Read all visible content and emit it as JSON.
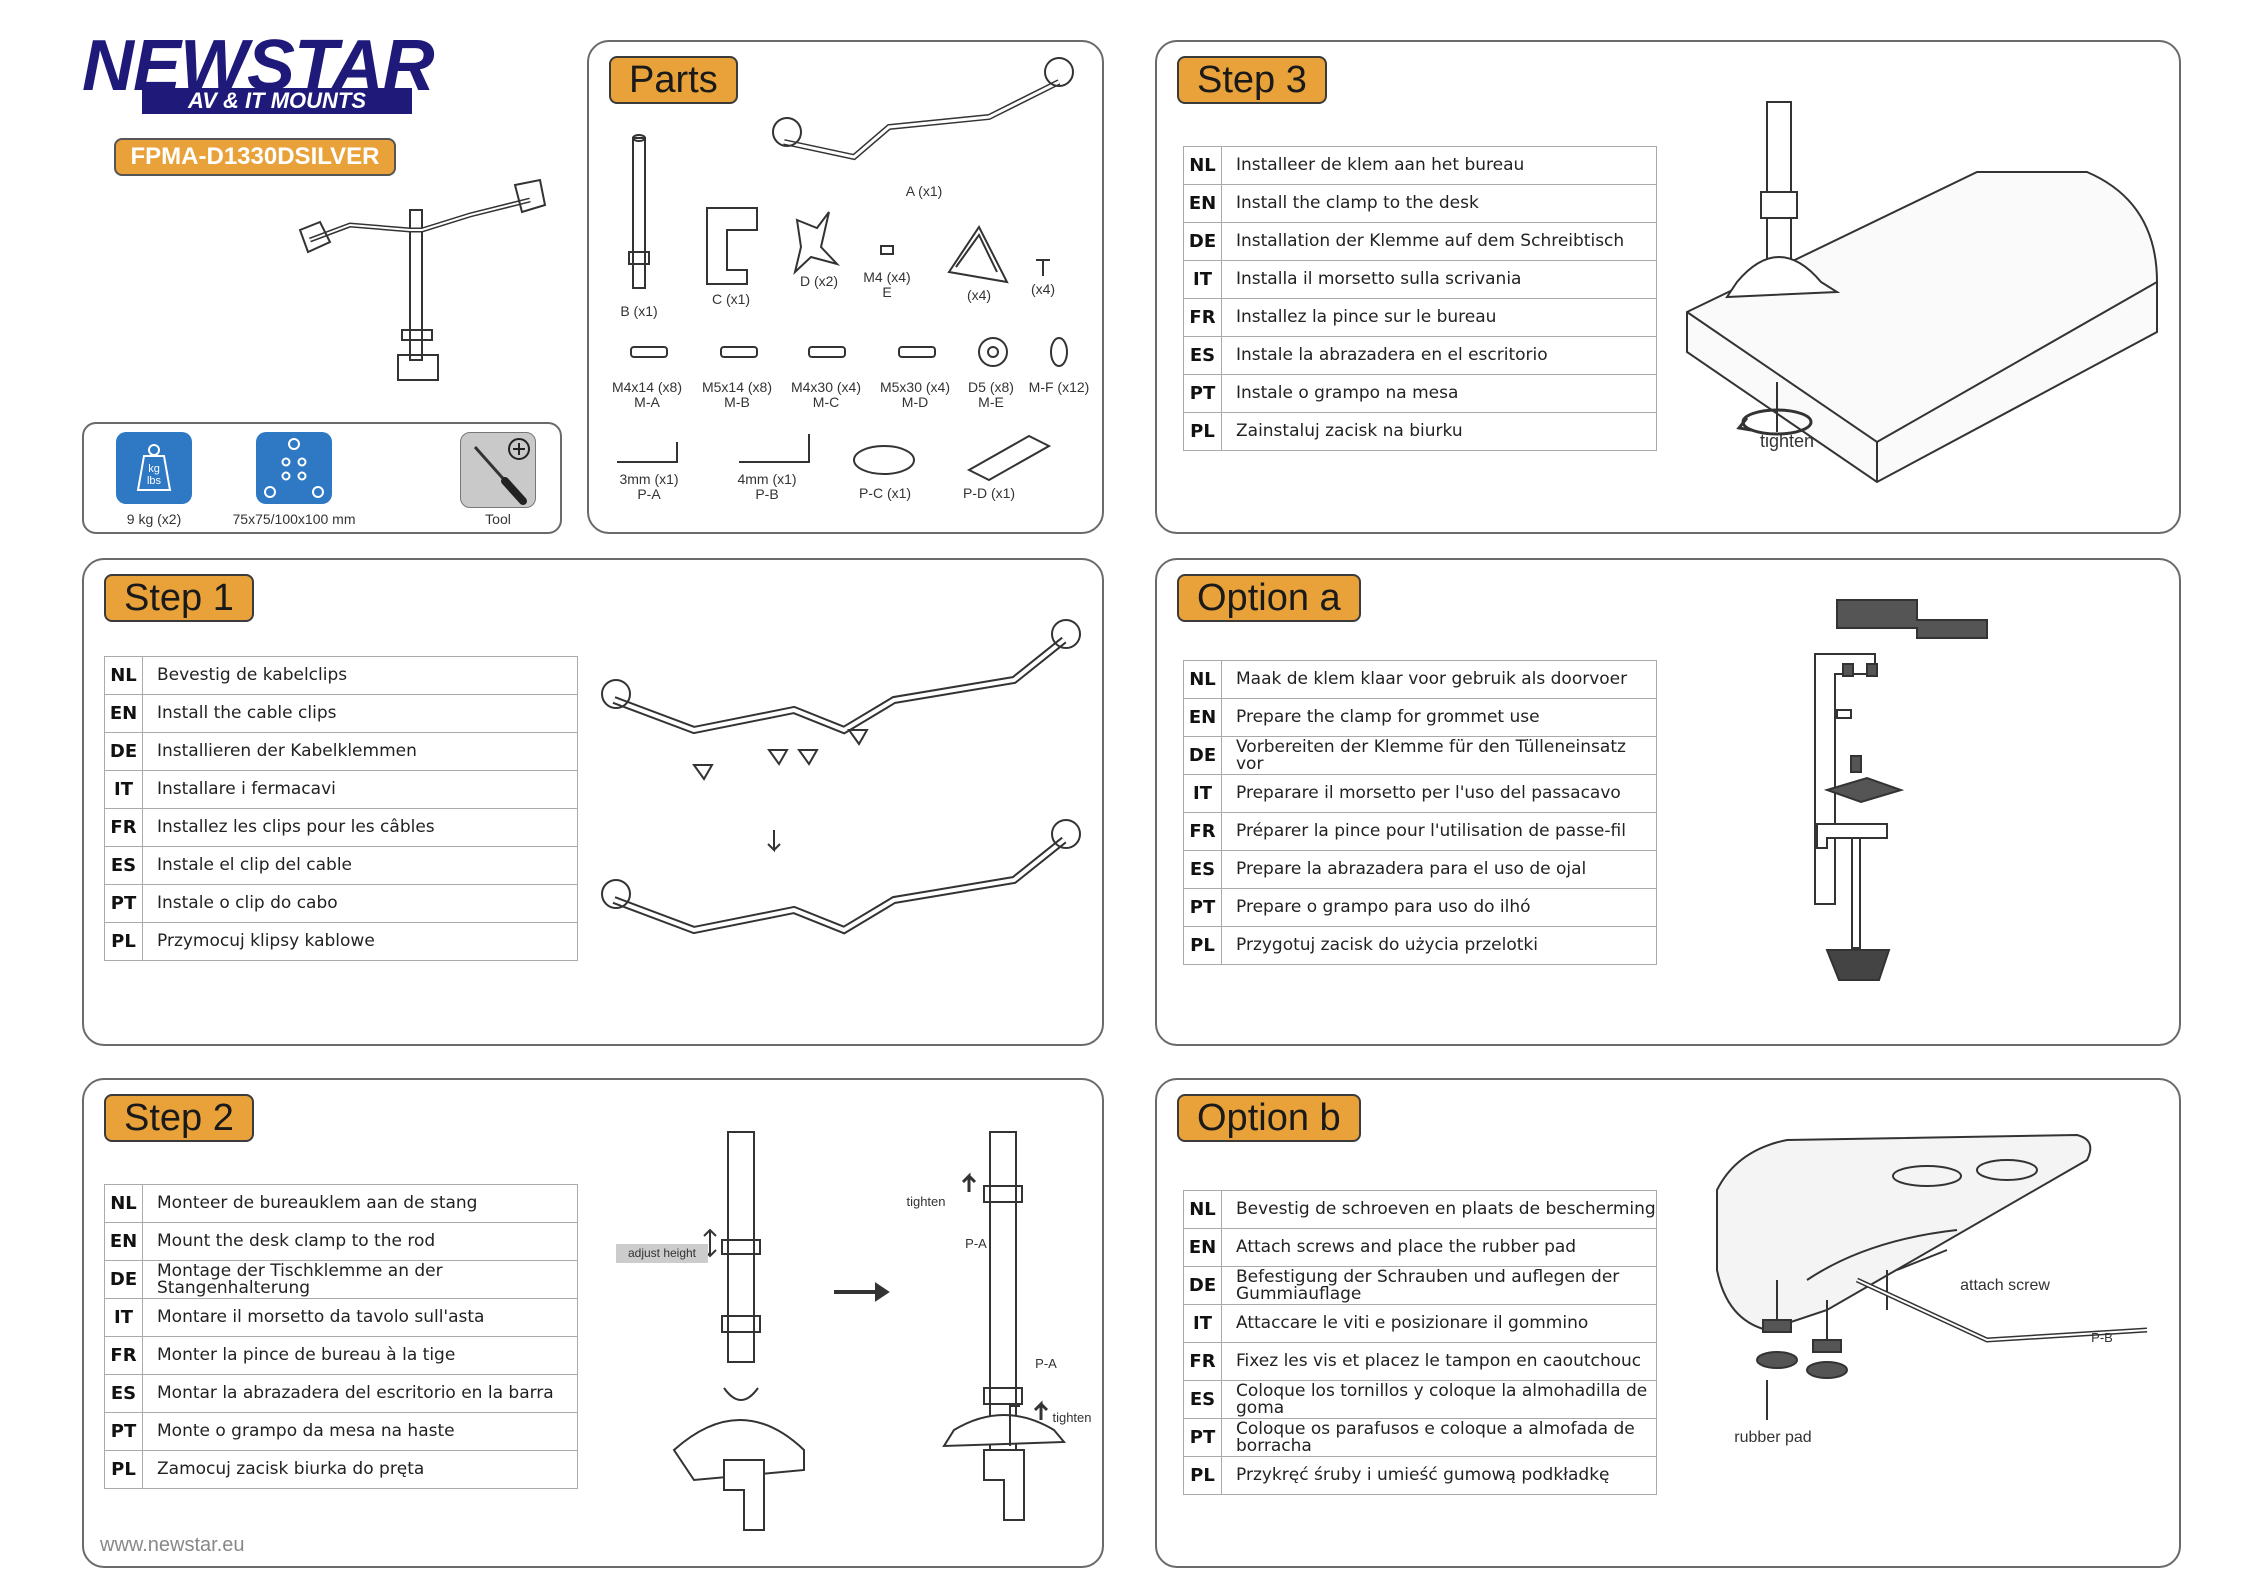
{
  "brand": {
    "logo_main": "NEWSTAR",
    "logo_sub": "AV & IT MOUNTS",
    "model": "FPMA-D1330DSILVER",
    "website": "www.newstar.eu"
  },
  "specs": {
    "weight_icon_text": "kg\nlbs",
    "weight": "9 kg (x2)",
    "vesa": "75x75/100x100 mm",
    "tool": "Tool"
  },
  "parts": {
    "title": "Parts",
    "a": "A (x1)",
    "b": "B (x1)",
    "c": "C (x1)",
    "d": "D (x2)",
    "e1": "M4 (x4)",
    "e2": "E",
    "f": "(x4)",
    "g": "(x4)",
    "ma1": "M4x14 (x8)",
    "ma2": "M-A",
    "mb1": "M5x14 (x8)",
    "mb2": "M-B",
    "mc1": "M4x30 (x4)",
    "mc2": "M-C",
    "md1": "M5x30 (x4)",
    "md2": "M-D",
    "me1": "D5 (x8)",
    "me2": "M-E",
    "mf": "M-F (x12)",
    "pa1": "3mm (x1)",
    "pa2": "P-A",
    "pb1": "4mm (x1)",
    "pb2": "P-B",
    "pc": "P-C (x1)",
    "pd": "P-D (x1)"
  },
  "step1": {
    "title": "Step 1",
    "rows": [
      {
        "code": "NL",
        "text": "Bevestig de kabelclips"
      },
      {
        "code": "EN",
        "text": "Install the cable clips"
      },
      {
        "code": "DE",
        "text": "Installieren der Kabelklemmen"
      },
      {
        "code": "IT",
        "text": "Installare i fermacavi"
      },
      {
        "code": "FR",
        "text": "Installez les clips pour les câbles"
      },
      {
        "code": "ES",
        "text": "Instale el clip del cable"
      },
      {
        "code": "PT",
        "text": "Instale o clip do cabo"
      },
      {
        "code": "PL",
        "text": "Przymocuj klipsy kablowe"
      }
    ]
  },
  "step2": {
    "title": "Step 2",
    "adjust": "adjust height",
    "tighten1": "tighten",
    "pa_top": "P-A",
    "pa_bottom": "P-A",
    "tighten2": "tighten",
    "rows": [
      {
        "code": "NL",
        "text": "Monteer de bureauklem aan de stang"
      },
      {
        "code": "EN",
        "text": "Mount the desk clamp to the rod"
      },
      {
        "code": "DE",
        "text": "Montage der Tischklemme an der Stangenhalterung"
      },
      {
        "code": "IT",
        "text": "Montare il morsetto da tavolo sull'asta"
      },
      {
        "code": "FR",
        "text": "Monter la pince de bureau à la tige"
      },
      {
        "code": "ES",
        "text": "Montar la abrazadera del escritorio en la barra"
      },
      {
        "code": "PT",
        "text": "Monte o grampo da mesa na haste"
      },
      {
        "code": "PL",
        "text": "Zamocuj zacisk biurka do pręta"
      }
    ]
  },
  "step3": {
    "title": "Step 3",
    "tighten": "tighten",
    "rows": [
      {
        "code": "NL",
        "text": "Installeer de klem aan het bureau"
      },
      {
        "code": "EN",
        "text": "Install the clamp to the desk"
      },
      {
        "code": "DE",
        "text": "Installation der Klemme auf dem Schreibtisch"
      },
      {
        "code": "IT",
        "text": "Installa il morsetto sulla scrivania"
      },
      {
        "code": "FR",
        "text": "Installez la pince sur le bureau"
      },
      {
        "code": "ES",
        "text": "Instale la abrazadera en el escritorio"
      },
      {
        "code": "PT",
        "text": "Instale o grampo na mesa"
      },
      {
        "code": "PL",
        "text": "Zainstaluj zacisk na biurku"
      }
    ]
  },
  "optionA": {
    "title": "Option a",
    "rows": [
      {
        "code": "NL",
        "text": "Maak de klem klaar voor gebruik als doorvoer"
      },
      {
        "code": "EN",
        "text": "Prepare the clamp for grommet use"
      },
      {
        "code": "DE",
        "text": "Vorbereiten der Klemme für den Tülleneinsatz vor"
      },
      {
        "code": "IT",
        "text": "Preparare il morsetto per l'uso del passacavo"
      },
      {
        "code": "FR",
        "text": "Préparer la pince pour l'utilisation de passe-fil"
      },
      {
        "code": "ES",
        "text": "Prepare la abrazadera para el uso de ojal"
      },
      {
        "code": "PT",
        "text": "Prepare o grampo para uso do ilhó"
      },
      {
        "code": "PL",
        "text": "Przygotuj zacisk do użycia przelotki"
      }
    ]
  },
  "optionB": {
    "title": "Option b",
    "attach": "attach screw",
    "pb": "P-B",
    "rubber": "rubber pad",
    "rows": [
      {
        "code": "NL",
        "text": "Bevestig de schroeven en plaats de bescherming"
      },
      {
        "code": "EN",
        "text": "Attach screws and place the rubber pad"
      },
      {
        "code": "DE",
        "text": "Befestigung der Schrauben und auflegen der Gummiauflage"
      },
      {
        "code": "IT",
        "text": "Attaccare le viti e posizionare il gommino"
      },
      {
        "code": "FR",
        "text": "Fixez les vis et placez le tampon en caoutchouc"
      },
      {
        "code": "ES",
        "text": "Coloque los tornillos y coloque la almohadilla de goma"
      },
      {
        "code": "PT",
        "text": "Coloque os parafusos e coloque a almofada de borracha"
      },
      {
        "code": "PL",
        "text": "Przykręć śruby i umieść gumową podkładkę"
      }
    ]
  },
  "colors": {
    "accent": "#e9a23a",
    "logo": "#1f1a7a",
    "icon_blue": "#2f78c4"
  }
}
